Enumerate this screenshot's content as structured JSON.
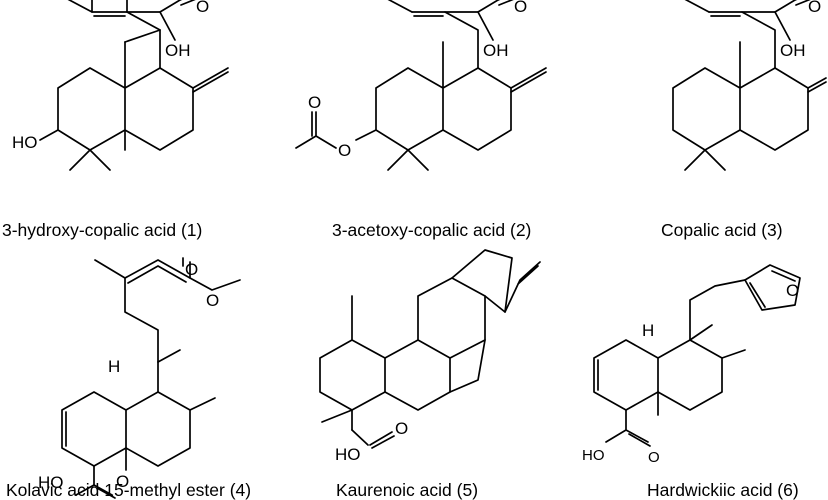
{
  "compounds": [
    {
      "caption": "3-hydroxy-copalic acid (1)",
      "atoms": {
        "oxo": "O",
        "acid": "OH",
        "hydroxy": "HO"
      }
    },
    {
      "caption": "3-acetoxy-copalic acid (2)",
      "atoms": {
        "oxo": "O",
        "acid": "OH",
        "ester_oxo": "O",
        "ester_o": "O"
      }
    },
    {
      "caption": "Copalic acid (3)",
      "atoms": {
        "oxo": "O",
        "acid": "OH"
      }
    },
    {
      "caption": "Kolavic  acid 15-methyl ester (4)",
      "atoms": {
        "oxo": "O",
        "ester_o": "O",
        "h": "H",
        "acid": "HO",
        "acid_oxo": "O"
      }
    },
    {
      "caption": "Kaurenoic acid (5)",
      "atoms": {
        "acid": "HO",
        "acid_oxo": "O"
      }
    },
    {
      "caption": "Hardwickiic acid (6)",
      "atoms": {
        "furan_o": "O",
        "h": "H",
        "acid": "HO",
        "acid_oxo": "O"
      }
    }
  ]
}
